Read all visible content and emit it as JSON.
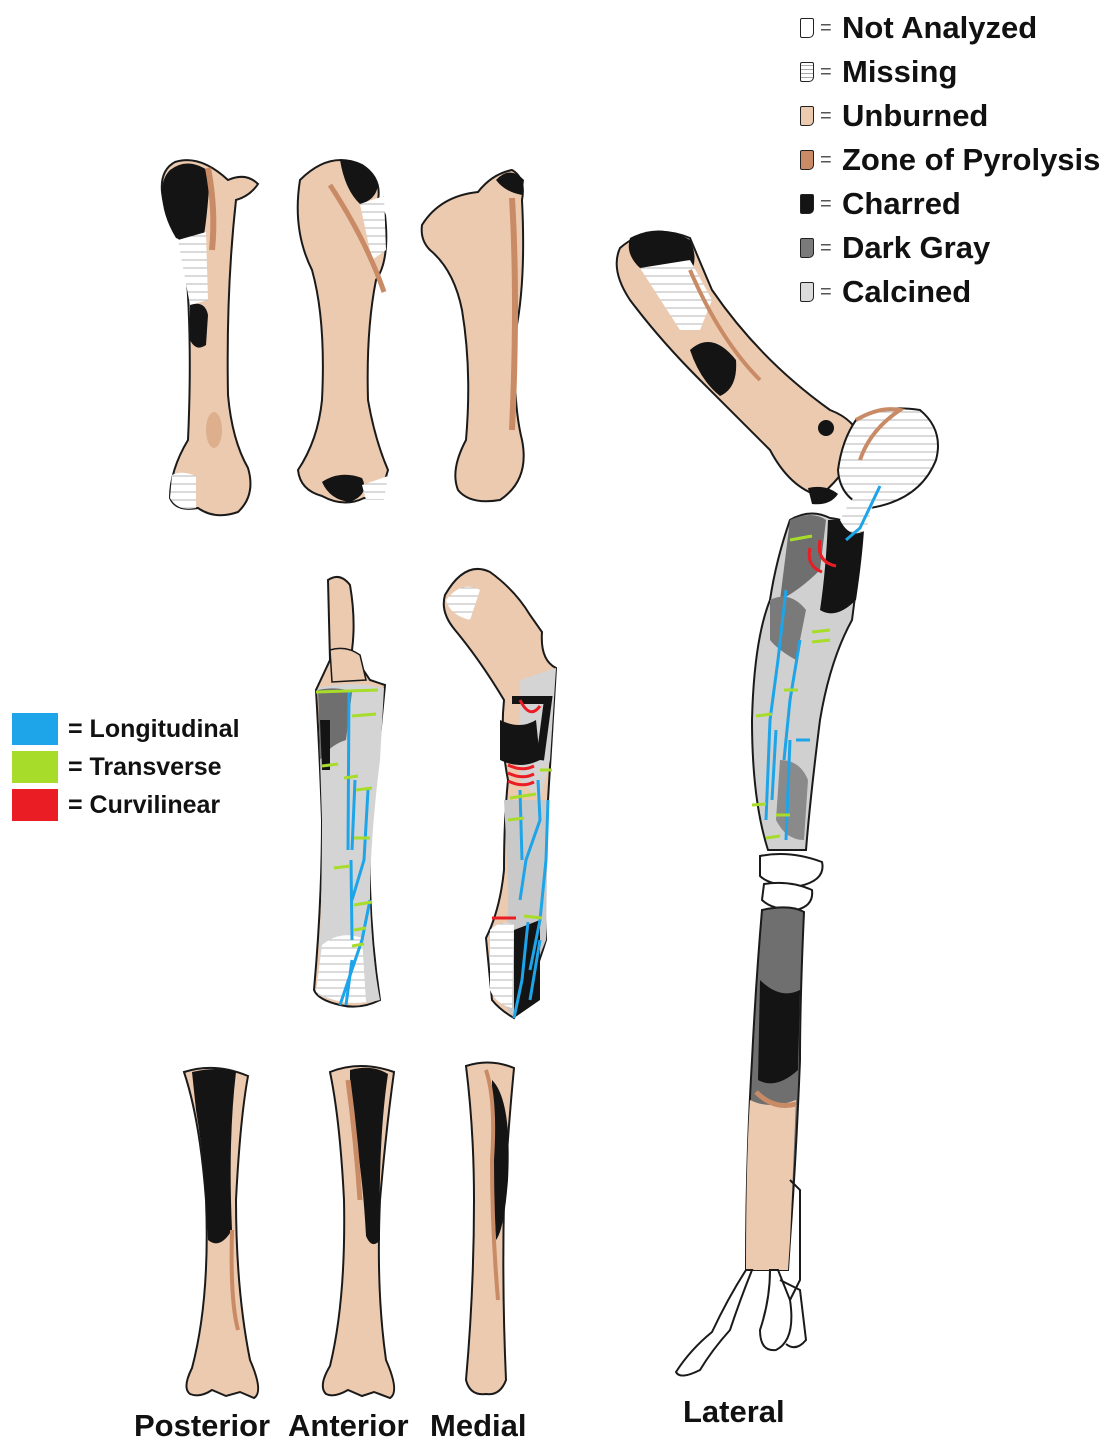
{
  "burn_legend": [
    {
      "label": "Not Analyzed",
      "color": "#ffffff",
      "pattern": "blank"
    },
    {
      "label": "Missing",
      "color": "#ffffff",
      "pattern": "hatched"
    },
    {
      "label": "Unburned",
      "color": "#eccab0",
      "pattern": "solid"
    },
    {
      "label": "Zone of Pyrolysis",
      "color": "#c98a66",
      "pattern": "solid"
    },
    {
      "label": "Charred",
      "color": "#141414",
      "pattern": "solid"
    },
    {
      "label": "Dark Gray",
      "color": "#7a7a7a",
      "pattern": "solid"
    },
    {
      "label": "Calcined",
      "color": "#dcdcdc",
      "pattern": "solid"
    }
  ],
  "fracture_legend": [
    {
      "label": "= Longitudinal",
      "color": "#1ea4e8"
    },
    {
      "label": "= Transverse",
      "color": "#a7dc2a"
    },
    {
      "label": "= Curvilinear",
      "color": "#ea1c24"
    }
  ],
  "views": {
    "posterior": "Posterior",
    "anterior": "Anterior",
    "medial": "Medial",
    "lateral": "Lateral"
  },
  "colors": {
    "outline": "#1a1a1a",
    "unburned": "#eccab0",
    "pyrolysis": "#c98a66",
    "charred": "#141414",
    "dark_gray": "#7a7a7a",
    "calcined": "#dcdcdc",
    "longitudinal": "#1ea4e8",
    "transverse": "#a7dc2a",
    "curvilinear": "#ea1c24"
  }
}
